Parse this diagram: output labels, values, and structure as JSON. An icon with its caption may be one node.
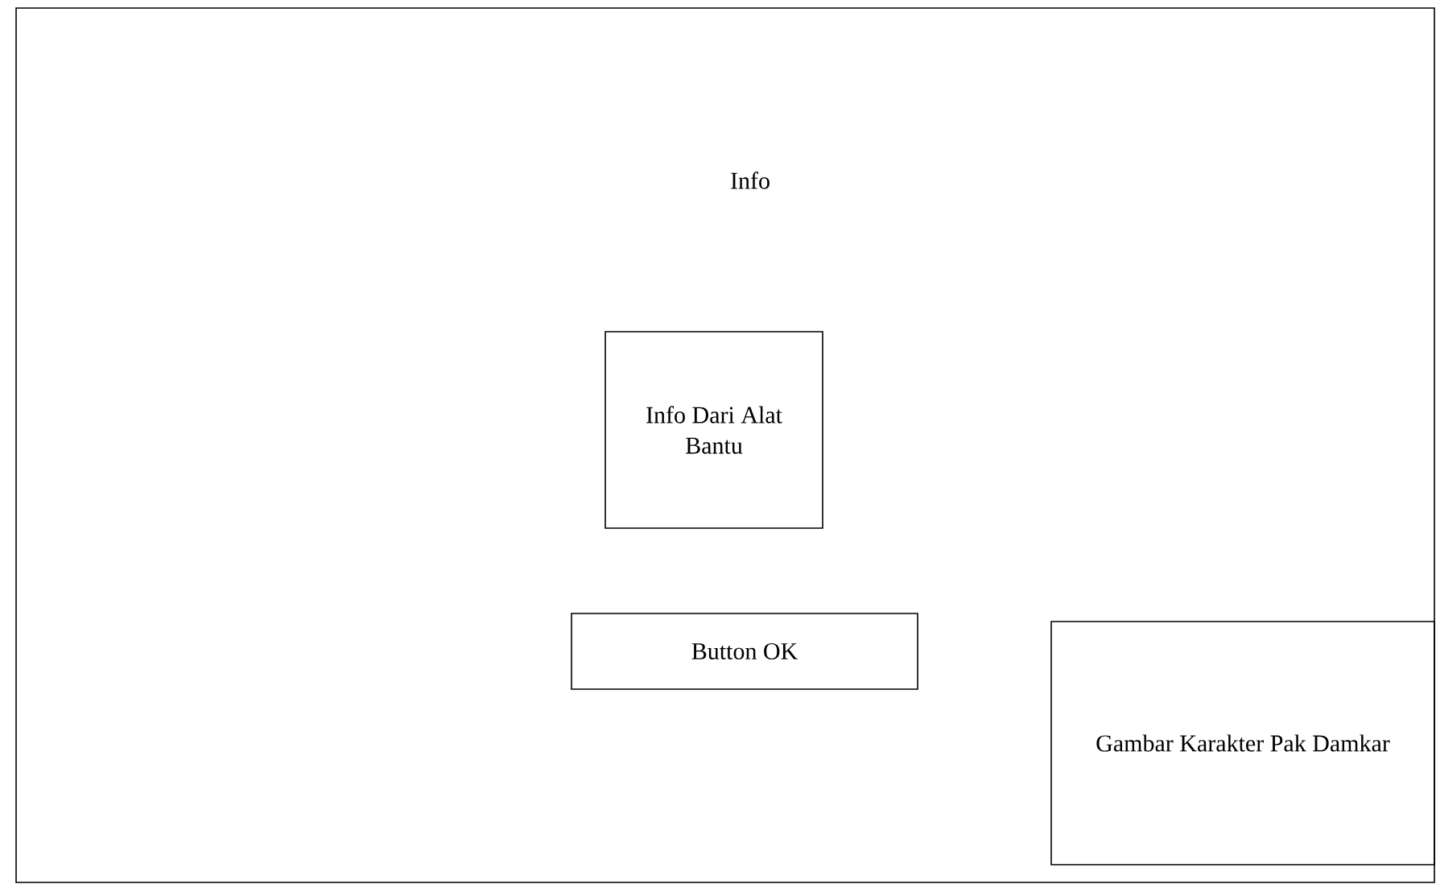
{
  "diagram": {
    "nodes": [
      {
        "text": [
          "Info"
        ]
      },
      {
        "text": [
          "Info Dari Alat Bantu"
        ],
        "in": 0
      },
      {
        "text": [
          "Button OK"
        ],
        "in": 0
      },
      {
        "text": [
          "Gambar Karakter Pak Damkar"
        ],
        "in": 0
      }
    ]
  }
}
